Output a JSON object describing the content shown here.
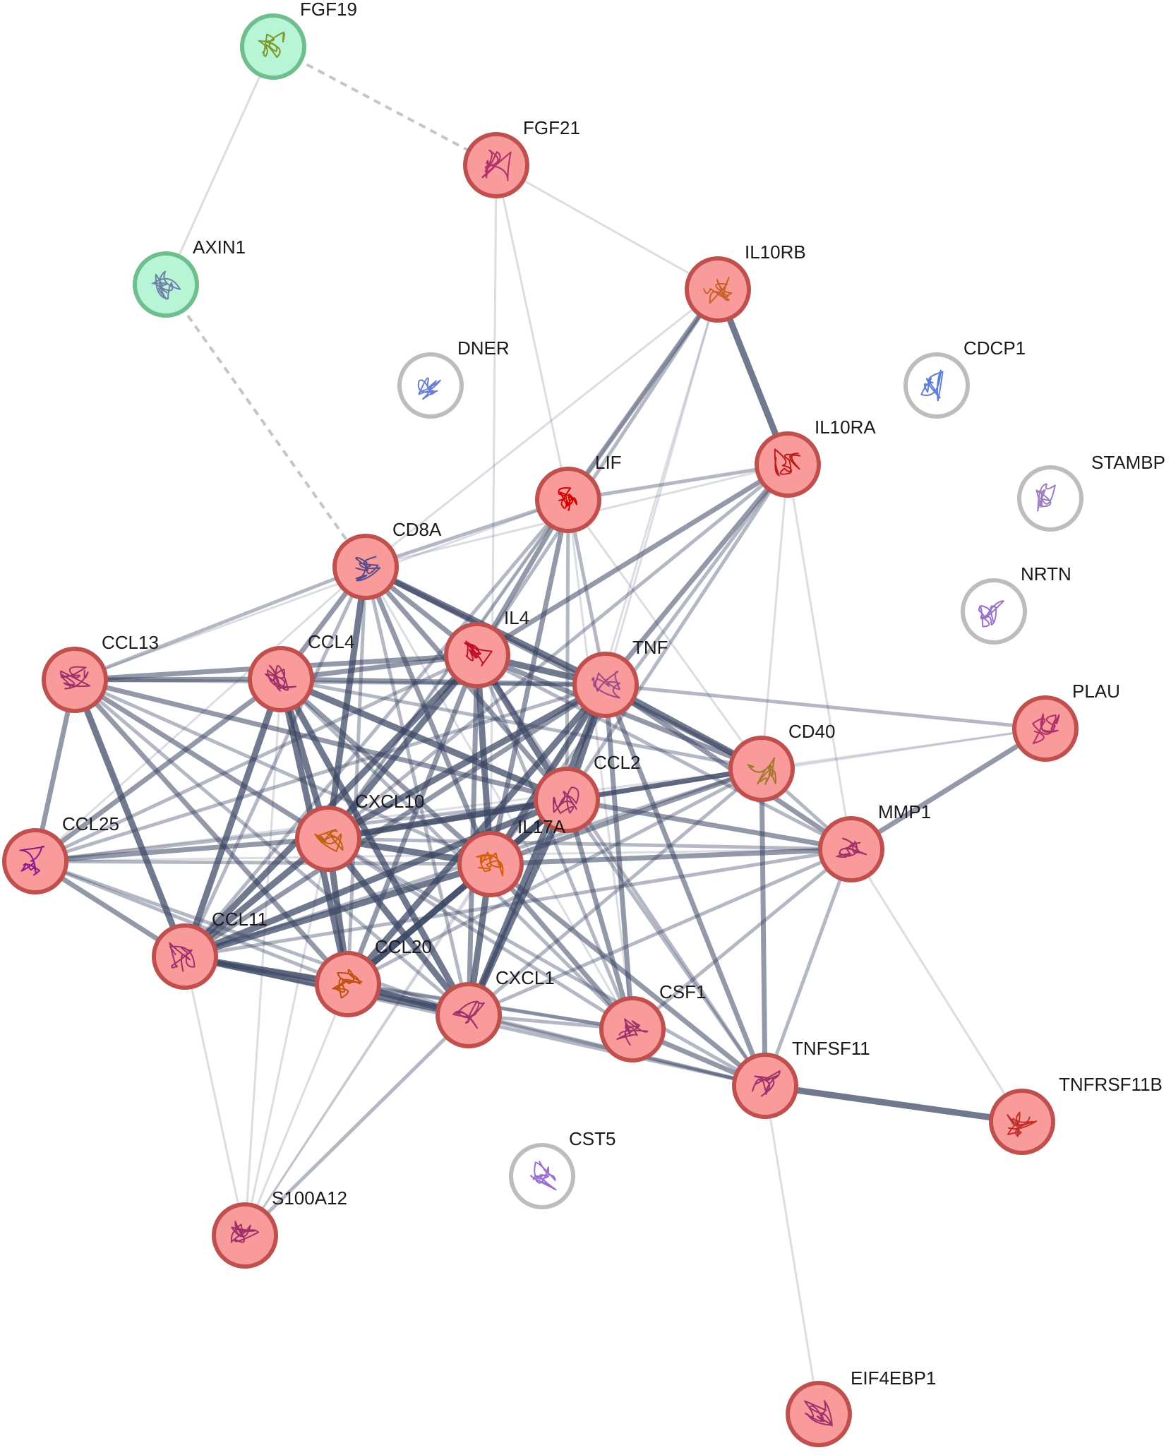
{
  "colors": {
    "red_node_fill": "#f99b9b",
    "red_node_stroke": "#c0504d",
    "green_node_fill": "#b8f5d6",
    "green_node_stroke": "#6fbf8e",
    "empty_node_stroke": "#bdbdbd",
    "edge": "#3a4563"
  },
  "nodes": [
    {
      "id": "FGF19",
      "label": "FGF19",
      "cluster": "green",
      "glyph": "#7a9a2a"
    },
    {
      "id": "AXIN1",
      "label": "AXIN1",
      "cluster": "green",
      "glyph": "#6f7fa8"
    },
    {
      "id": "FGF21",
      "label": "FGF21",
      "cluster": "red",
      "glyph": "#b0306a"
    },
    {
      "id": "IL10RB",
      "label": "IL10RB",
      "cluster": "red",
      "glyph": "#c8602a"
    },
    {
      "id": "DNER",
      "label": "DNER",
      "cluster": "none",
      "glyph": "#6a7fcf"
    },
    {
      "id": "CDCP1",
      "label": "CDCP1",
      "cluster": "none",
      "glyph": "#5d7fd8"
    },
    {
      "id": "IL10RA",
      "label": "IL10RA",
      "cluster": "red",
      "glyph": "#c01a1a"
    },
    {
      "id": "LIF",
      "label": "LIF",
      "cluster": "red",
      "glyph": "#d40000"
    },
    {
      "id": "STAMBP",
      "label": "STAMBP",
      "cluster": "none",
      "glyph": "#9a7fc0"
    },
    {
      "id": "CD8A",
      "label": "CD8A",
      "cluster": "red",
      "glyph": "#5a4a8a"
    },
    {
      "id": "NRTN",
      "label": "NRTN",
      "cluster": "none",
      "glyph": "#9a6fcf"
    },
    {
      "id": "IL4",
      "label": "IL4",
      "cluster": "red",
      "glyph": "#c0102a"
    },
    {
      "id": "CCL13",
      "label": "CCL13",
      "cluster": "red",
      "glyph": "#a0306a"
    },
    {
      "id": "CCL4",
      "label": "CCL4",
      "cluster": "red",
      "glyph": "#a0306a"
    },
    {
      "id": "TNF",
      "label": "TNF",
      "cluster": "red",
      "glyph": "#9a4a8a"
    },
    {
      "id": "PLAU",
      "label": "PLAU",
      "cluster": "red",
      "glyph": "#b0306a"
    },
    {
      "id": "CD40",
      "label": "CD40",
      "cluster": "red",
      "glyph": "#a07a2a"
    },
    {
      "id": "CCL2",
      "label": "CCL2",
      "cluster": "red",
      "glyph": "#a0306a"
    },
    {
      "id": "CXCL10",
      "label": "CXCL10",
      "cluster": "red",
      "glyph": "#c06010"
    },
    {
      "id": "CCL25",
      "label": "CCL25",
      "cluster": "red",
      "glyph": "#8a1a8a"
    },
    {
      "id": "IL17A",
      "label": "IL17A",
      "cluster": "red",
      "glyph": "#d06010"
    },
    {
      "id": "MMP1",
      "label": "MMP1",
      "cluster": "red",
      "glyph": "#a0306a"
    },
    {
      "id": "CCL11",
      "label": "CCL11",
      "cluster": "red",
      "glyph": "#a0306a"
    },
    {
      "id": "CCL20",
      "label": "CCL20",
      "cluster": "red",
      "glyph": "#c05010"
    },
    {
      "id": "CXCL1",
      "label": "CXCL1",
      "cluster": "red",
      "glyph": "#a0306a"
    },
    {
      "id": "CSF1",
      "label": "CSF1",
      "cluster": "red",
      "glyph": "#a0306a"
    },
    {
      "id": "TNFSF11",
      "label": "TNFSF11",
      "cluster": "red",
      "glyph": "#a0306a"
    },
    {
      "id": "TNFRSF11B",
      "label": "TNFRSF11B",
      "cluster": "red",
      "glyph": "#c0302a"
    },
    {
      "id": "CST5",
      "label": "CST5",
      "cluster": "none",
      "glyph": "#9a6fcf"
    },
    {
      "id": "S100A12",
      "label": "S100A12",
      "cluster": "red",
      "glyph": "#a0306a"
    },
    {
      "id": "EIF4EBP1",
      "label": "EIF4EBP1",
      "cluster": "red",
      "glyph": "#a0306a"
    }
  ],
  "edges": [
    {
      "a": "FGF19",
      "b": "AXIN1",
      "w": 1
    },
    {
      "a": "FGF19",
      "b": "FGF21",
      "w": 1,
      "dashed": true
    },
    {
      "a": "AXIN1",
      "b": "CD8A",
      "w": 1,
      "dashed": true
    },
    {
      "a": "FGF21",
      "b": "IL10RB",
      "w": 1
    },
    {
      "a": "FGF21",
      "b": "LIF",
      "w": 1
    },
    {
      "a": "FGF21",
      "b": "IL17A",
      "w": 1
    },
    {
      "a": "IL10RB",
      "b": "IL10RA",
      "w": 4
    },
    {
      "a": "IL10RB",
      "b": "LIF",
      "w": 3
    },
    {
      "a": "IL10RB",
      "b": "IL4",
      "w": 2
    },
    {
      "a": "IL10RB",
      "b": "TNF",
      "w": 1
    },
    {
      "a": "IL10RB",
      "b": "CD8A",
      "w": 1
    },
    {
      "a": "IL10RB",
      "b": "CCL2",
      "w": 1
    },
    {
      "a": "IL10RB",
      "b": "CXCL10",
      "w": 1
    },
    {
      "a": "IL10RA",
      "b": "LIF",
      "w": 2
    },
    {
      "a": "IL10RA",
      "b": "IL4",
      "w": 3
    },
    {
      "a": "IL10RA",
      "b": "TNF",
      "w": 3
    },
    {
      "a": "IL10RA",
      "b": "CD40",
      "w": 1
    },
    {
      "a": "IL10RA",
      "b": "MMP1",
      "w": 1
    },
    {
      "a": "IL10RA",
      "b": "CCL2",
      "w": 2
    },
    {
      "a": "IL10RA",
      "b": "CXCL10",
      "w": 2
    },
    {
      "a": "IL10RA",
      "b": "IL17A",
      "w": 2
    },
    {
      "a": "IL10RA",
      "b": "CD8A",
      "w": 1
    },
    {
      "a": "LIF",
      "b": "CD8A",
      "w": 2
    },
    {
      "a": "LIF",
      "b": "IL4",
      "w": 3
    },
    {
      "a": "LIF",
      "b": "TNF",
      "w": 2
    },
    {
      "a": "LIF",
      "b": "CCL2",
      "w": 2
    },
    {
      "a": "LIF",
      "b": "IL17A",
      "w": 3
    },
    {
      "a": "LIF",
      "b": "CXCL10",
      "w": 2
    },
    {
      "a": "LIF",
      "b": "CCL11",
      "w": 2
    },
    {
      "a": "LIF",
      "b": "CD40",
      "w": 1
    },
    {
      "a": "LIF",
      "b": "CCL13",
      "w": 1
    },
    {
      "a": "LIF",
      "b": "CSF1",
      "w": 1
    },
    {
      "a": "CD8A",
      "b": "IL4",
      "w": 3
    },
    {
      "a": "CD8A",
      "b": "TNF",
      "w": 4
    },
    {
      "a": "CD8A",
      "b": "CCL4",
      "w": 3
    },
    {
      "a": "CD8A",
      "b": "CCL13",
      "w": 2
    },
    {
      "a": "CD8A",
      "b": "CXCL10",
      "w": 4
    },
    {
      "a": "CD8A",
      "b": "IL17A",
      "w": 3
    },
    {
      "a": "CD8A",
      "b": "CCL2",
      "w": 3
    },
    {
      "a": "CD8A",
      "b": "CD40",
      "w": 3
    },
    {
      "a": "CD8A",
      "b": "CXCL1",
      "w": 2
    },
    {
      "a": "CD8A",
      "b": "CCL20",
      "w": 2
    },
    {
      "a": "CD8A",
      "b": "CCL11",
      "w": 2
    },
    {
      "a": "CD8A",
      "b": "CCL25",
      "w": 1
    },
    {
      "a": "CD8A",
      "b": "CSF1",
      "w": 1
    },
    {
      "a": "IL4",
      "b": "TNF",
      "w": 4
    },
    {
      "a": "IL4",
      "b": "CCL4",
      "w": 3
    },
    {
      "a": "IL4",
      "b": "CCL13",
      "w": 3
    },
    {
      "a": "IL4",
      "b": "CXCL10",
      "w": 4
    },
    {
      "a": "IL4",
      "b": "IL17A",
      "w": 4
    },
    {
      "a": "IL4",
      "b": "CCL2",
      "w": 4
    },
    {
      "a": "IL4",
      "b": "CD40",
      "w": 3
    },
    {
      "a": "IL4",
      "b": "CCL11",
      "w": 4
    },
    {
      "a": "IL4",
      "b": "CCL20",
      "w": 3
    },
    {
      "a": "IL4",
      "b": "CXCL1",
      "w": 3
    },
    {
      "a": "IL4",
      "b": "CSF1",
      "w": 2
    },
    {
      "a": "IL4",
      "b": "TNFSF11",
      "w": 2
    },
    {
      "a": "IL4",
      "b": "MMP1",
      "w": 2
    },
    {
      "a": "IL4",
      "b": "CCL25",
      "w": 2
    },
    {
      "a": "TNF",
      "b": "CCL4",
      "w": 3
    },
    {
      "a": "TNF",
      "b": "CCL13",
      "w": 2
    },
    {
      "a": "TNF",
      "b": "CXCL10",
      "w": 4
    },
    {
      "a": "TNF",
      "b": "IL17A",
      "w": 4
    },
    {
      "a": "TNF",
      "b": "CCL2",
      "w": 4
    },
    {
      "a": "TNF",
      "b": "CD40",
      "w": 4
    },
    {
      "a": "TNF",
      "b": "MMP1",
      "w": 3
    },
    {
      "a": "TNF",
      "b": "PLAU",
      "w": 2
    },
    {
      "a": "TNF",
      "b": "CCL11",
      "w": 3
    },
    {
      "a": "TNF",
      "b": "CCL20",
      "w": 4
    },
    {
      "a": "TNF",
      "b": "CXCL1",
      "w": 4
    },
    {
      "a": "TNF",
      "b": "CSF1",
      "w": 3
    },
    {
      "a": "TNF",
      "b": "TNFSF11",
      "w": 3
    },
    {
      "a": "TNF",
      "b": "CCL25",
      "w": 2
    },
    {
      "a": "TNF",
      "b": "S100A12",
      "w": 1
    },
    {
      "a": "CCL13",
      "b": "CCL4",
      "w": 3
    },
    {
      "a": "CCL13",
      "b": "CCL25",
      "w": 3
    },
    {
      "a": "CCL13",
      "b": "CCL11",
      "w": 4
    },
    {
      "a": "CCL13",
      "b": "CXCL10",
      "w": 3
    },
    {
      "a": "CCL13",
      "b": "IL17A",
      "w": 2
    },
    {
      "a": "CCL13",
      "b": "CCL2",
      "w": 3
    },
    {
      "a": "CCL13",
      "b": "CCL20",
      "w": 3
    },
    {
      "a": "CCL13",
      "b": "CXCL1",
      "w": 2
    },
    {
      "a": "CCL4",
      "b": "CXCL10",
      "w": 4
    },
    {
      "a": "CCL4",
      "b": "CCL2",
      "w": 4
    },
    {
      "a": "CCL4",
      "b": "IL17A",
      "w": 3
    },
    {
      "a": "CCL4",
      "b": "CCL11",
      "w": 4
    },
    {
      "a": "CCL4",
      "b": "CCL20",
      "w": 4
    },
    {
      "a": "CCL4",
      "b": "CXCL1",
      "w": 4
    },
    {
      "a": "CCL4",
      "b": "CCL25",
      "w": 3
    },
    {
      "a": "CCL4",
      "b": "CD40",
      "w": 2
    },
    {
      "a": "CCL4",
      "b": "CSF1",
      "w": 2
    },
    {
      "a": "CCL4",
      "b": "S100A12",
      "w": 1
    },
    {
      "a": "PLAU",
      "b": "CD40",
      "w": 1
    },
    {
      "a": "PLAU",
      "b": "MMP1",
      "w": 3
    },
    {
      "a": "PLAU",
      "b": "CCL2",
      "w": 1
    },
    {
      "a": "CD40",
      "b": "CCL2",
      "w": 3
    },
    {
      "a": "CD40",
      "b": "CXCL10",
      "w": 3
    },
    {
      "a": "CD40",
      "b": "IL17A",
      "w": 3
    },
    {
      "a": "CD40",
      "b": "CCL11",
      "w": 2
    },
    {
      "a": "CD40",
      "b": "CCL20",
      "w": 2
    },
    {
      "a": "CD40",
      "b": "CXCL1",
      "w": 2
    },
    {
      "a": "CD40",
      "b": "TNFSF11",
      "w": 3
    },
    {
      "a": "CD40",
      "b": "MMP1",
      "w": 2
    },
    {
      "a": "CD40",
      "b": "CCL25",
      "w": 1
    },
    {
      "a": "CCL2",
      "b": "CXCL10",
      "w": 4
    },
    {
      "a": "CCL2",
      "b": "IL17A",
      "w": 4
    },
    {
      "a": "CCL2",
      "b": "CCL11",
      "w": 4
    },
    {
      "a": "CCL2",
      "b": "CCL20",
      "w": 4
    },
    {
      "a": "CCL2",
      "b": "CXCL1",
      "w": 4
    },
    {
      "a": "CCL2",
      "b": "MMP1",
      "w": 3
    },
    {
      "a": "CCL2",
      "b": "CSF1",
      "w": 3
    },
    {
      "a": "CCL2",
      "b": "TNFSF11",
      "w": 2
    },
    {
      "a": "CCL2",
      "b": "CCL25",
      "w": 2
    },
    {
      "a": "CXCL10",
      "b": "IL17A",
      "w": 4
    },
    {
      "a": "CXCL10",
      "b": "CCL11",
      "w": 4
    },
    {
      "a": "CXCL10",
      "b": "CCL20",
      "w": 4
    },
    {
      "a": "CXCL10",
      "b": "CXCL1",
      "w": 4
    },
    {
      "a": "CXCL10",
      "b": "CCL25",
      "w": 3
    },
    {
      "a": "CXCL10",
      "b": "MMP1",
      "w": 2
    },
    {
      "a": "CXCL10",
      "b": "CSF1",
      "w": 2
    },
    {
      "a": "CXCL10",
      "b": "TNFSF11",
      "w": 2
    },
    {
      "a": "IL17A",
      "b": "CCL11",
      "w": 4
    },
    {
      "a": "IL17A",
      "b": "CCL20",
      "w": 4
    },
    {
      "a": "IL17A",
      "b": "CXCL1",
      "w": 4
    },
    {
      "a": "IL17A",
      "b": "MMP1",
      "w": 3
    },
    {
      "a": "IL17A",
      "b": "CSF1",
      "w": 3
    },
    {
      "a": "IL17A",
      "b": "TNFSF11",
      "w": 3
    },
    {
      "a": "IL17A",
      "b": "CCL25",
      "w": 2
    },
    {
      "a": "IL17A",
      "b": "S100A12",
      "w": 1
    },
    {
      "a": "CCL25",
      "b": "CCL11",
      "w": 3
    },
    {
      "a": "CCL25",
      "b": "CCL20",
      "w": 2
    },
    {
      "a": "CCL25",
      "b": "CXCL1",
      "w": 2
    },
    {
      "a": "CCL25",
      "b": "MMP1",
      "w": 1
    },
    {
      "a": "MMP1",
      "b": "CCL11",
      "w": 2
    },
    {
      "a": "MMP1",
      "b": "CXCL1",
      "w": 2
    },
    {
      "a": "MMP1",
      "b": "CSF1",
      "w": 2
    },
    {
      "a": "MMP1",
      "b": "TNFSF11",
      "w": 2
    },
    {
      "a": "MMP1",
      "b": "TNFRSF11B",
      "w": 1
    },
    {
      "a": "CCL11",
      "b": "CCL20",
      "w": 4
    },
    {
      "a": "CCL11",
      "b": "CXCL1",
      "w": 4
    },
    {
      "a": "CCL11",
      "b": "CSF1",
      "w": 2
    },
    {
      "a": "CCL11",
      "b": "TNFSF11",
      "w": 2
    },
    {
      "a": "CCL11",
      "b": "S100A12",
      "w": 1
    },
    {
      "a": "CCL20",
      "b": "CXCL1",
      "w": 4
    },
    {
      "a": "CCL20",
      "b": "CSF1",
      "w": 2
    },
    {
      "a": "CCL20",
      "b": "TNFSF11",
      "w": 2
    },
    {
      "a": "CCL20",
      "b": "S100A12",
      "w": 1
    },
    {
      "a": "CXCL1",
      "b": "CSF1",
      "w": 2
    },
    {
      "a": "CXCL1",
      "b": "TNFSF11",
      "w": 2
    },
    {
      "a": "CXCL1",
      "b": "S100A12",
      "w": 2
    },
    {
      "a": "CSF1",
      "b": "TNFSF11",
      "w": 3
    },
    {
      "a": "TNFSF11",
      "b": "TNFRSF11B",
      "w": 4
    },
    {
      "a": "TNFSF11",
      "b": "EIF4EBP1",
      "w": 1
    },
    {
      "a": "S100A12",
      "b": "CXCL10",
      "w": 1
    }
  ]
}
